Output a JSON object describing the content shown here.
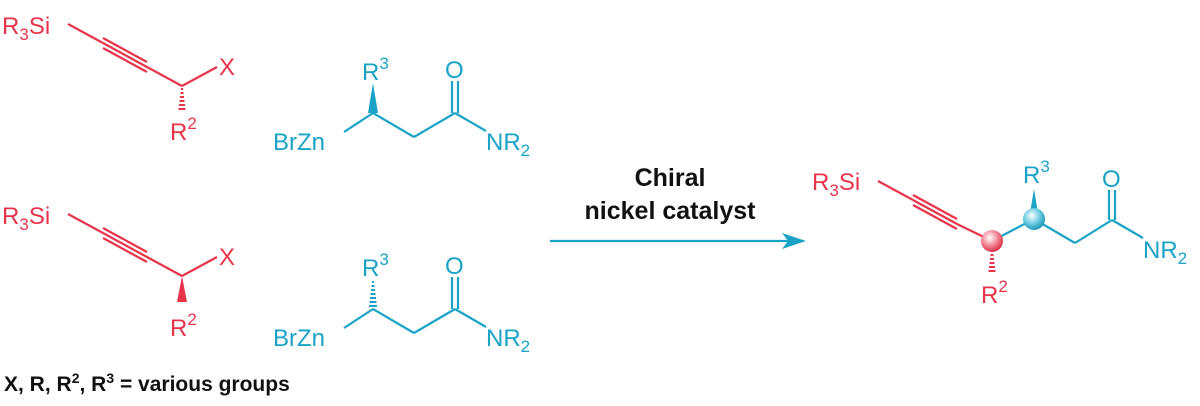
{
  "colors": {
    "red": "#e8344a",
    "cyan": "#1aa3c7",
    "text": "#111111"
  },
  "labels": {
    "r3si": "R3Si",
    "r3si_base": "R",
    "r3si_sub": "3",
    "r3si_tail": "Si",
    "x": "X",
    "r2_base": "R",
    "r2_sup": "2",
    "r3_base": "R",
    "r3_sup": "3",
    "o": "O",
    "brzn": "BrZn",
    "nr2_base": "NR",
    "nr2_sub": "2"
  },
  "catalyst": {
    "line1": "Chiral",
    "line2": "nickel catalyst"
  },
  "caption": {
    "part1": "X, R, R",
    "sup1": "2",
    "part2": ", R",
    "sup2": "3",
    "part3": " = various groups"
  }
}
